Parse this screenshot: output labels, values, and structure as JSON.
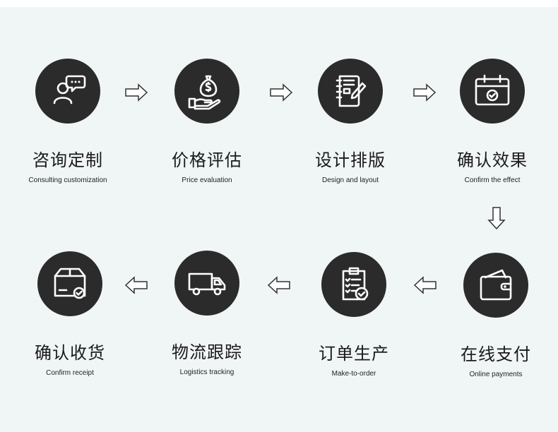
{
  "steps": [
    {
      "title": "咨询定制",
      "subtitle": "Consulting customization",
      "icon": "consultation-chat-icon"
    },
    {
      "title": "价格评估",
      "subtitle": "Price evaluation",
      "icon": "money-bag-hand-icon"
    },
    {
      "title": "设计排版",
      "subtitle": "Design and layout",
      "icon": "notebook-pen-icon"
    },
    {
      "title": "确认效果",
      "subtitle": "Confirm the effect",
      "icon": "calendar-check-icon"
    },
    {
      "title": "在线支付",
      "subtitle": "Online payments",
      "icon": "wallet-icon"
    },
    {
      "title": "订单生产",
      "subtitle": "Make-to-order",
      "icon": "clipboard-check-icon"
    },
    {
      "title": "物流跟踪",
      "subtitle": "Logistics tracking",
      "icon": "delivery-truck-icon"
    },
    {
      "title": "确认收货",
      "subtitle": "Confirm receipt",
      "icon": "package-check-icon"
    }
  ],
  "colors": {
    "background": "#f0f5f5",
    "circle": "#2b2b2b",
    "icon": "#ffffff",
    "text": "#1a1a1a"
  }
}
